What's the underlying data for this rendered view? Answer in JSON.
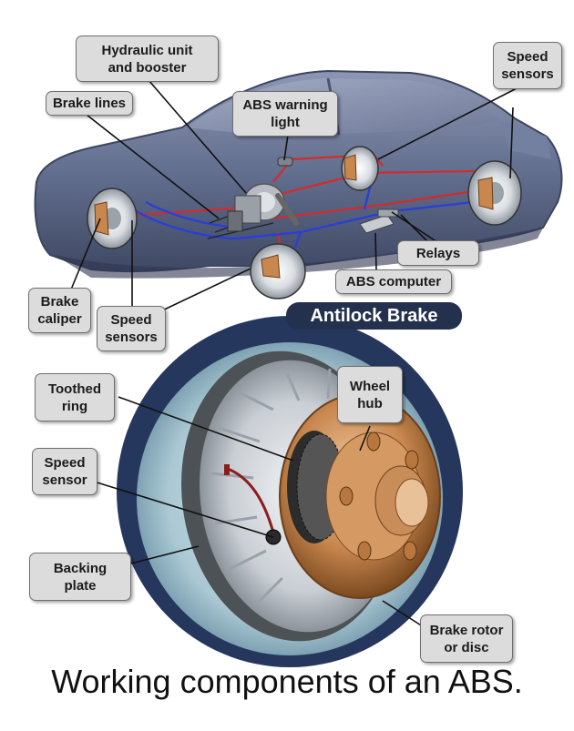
{
  "labels": {
    "hydraulic_unit": "Hydraulic unit\nand booster",
    "brake_lines": "Brake lines",
    "abs_warning_light": "ABS warning\nlight",
    "speed_sensors_top": "Speed\nsensors",
    "relays": "Relays",
    "abs_computer": "ABS computer",
    "brake_caliper": "Brake\ncaliper",
    "speed_sensors_front": "Speed\nsensors",
    "toothed_ring": "Toothed\nring",
    "wheel_hub": "Wheel\nhub",
    "speed_sensor": "Speed\nsensor",
    "backing_plate": "Backing\nplate",
    "brake_rotor": "Brake rotor\nor disc"
  },
  "banner": "Antilock Brake",
  "caption": "Working components of an ABS.",
  "colors": {
    "car_body": "#5d6a8a",
    "brake_line_red": "#d32b2b",
    "brake_line_blue": "#2a3fd6",
    "rotor_copper": "#c8874e",
    "banner_bg": "#23314f"
  }
}
